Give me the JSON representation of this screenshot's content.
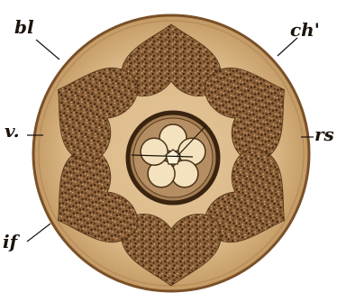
{
  "labels": {
    "bl": "bl",
    "ch": "ch'",
    "v": "v.",
    "rs": "rs",
    "if": "if"
  },
  "colors": {
    "disc": "#d9b786",
    "disc_edge": "#7a5028",
    "lobe": "#8a5e38",
    "lobe_speckle": "#3d2410",
    "core_ring": "#4a3018",
    "core_fill": "#a57f55",
    "core_petals": "#f3e2bd",
    "ink": "#1c140c"
  },
  "icons": {
    "lobes": "heart-shaped-lobe-icon",
    "center": "five-petal-core-icon"
  }
}
